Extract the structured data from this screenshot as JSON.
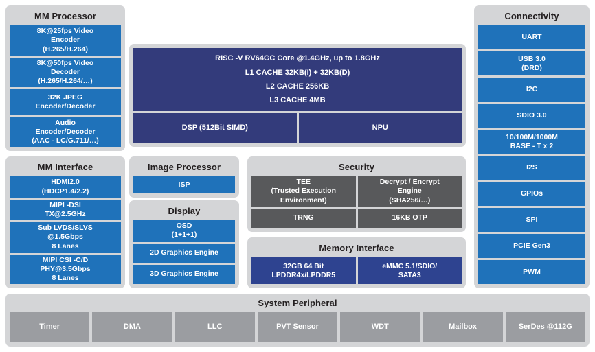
{
  "colors": {
    "panel_bg": "#d4d5d7",
    "block_blue": "#1f72ba",
    "block_navy": "#333b7b",
    "block_navy_alt": "#2e4390",
    "block_gray_dark": "#58595b",
    "block_gray_light": "#9b9da1",
    "title_text": "#231f20",
    "block_text": "#ffffff",
    "page_bg": "#ffffff"
  },
  "mm_processor": {
    "title": "MM Processor",
    "blocks": [
      {
        "lines": [
          "8K@25fps Video",
          "Encoder",
          "(H.265/H.264)"
        ]
      },
      {
        "lines": [
          "8K@50fps Video",
          "Decoder",
          "(H.265/H.264/…)"
        ]
      },
      {
        "lines": [
          "32K JPEG",
          "Encoder/Decoder"
        ]
      },
      {
        "lines": [
          "Audio",
          "Encoder/Decoder",
          "(AAC  - LC/G.711/…)"
        ]
      }
    ]
  },
  "mm_interface": {
    "title": "MM Interface",
    "blocks": [
      {
        "lines": [
          "HDMI2.0",
          "(HDCP1.4/2.2)"
        ]
      },
      {
        "lines": [
          "MIPI  -DSI",
          "TX@2.5GHz"
        ]
      },
      {
        "lines": [
          "Sub  LVDS/SLVS",
          "@1.5Gbps",
          "8 Lanes"
        ]
      },
      {
        "lines": [
          "MIPI   CSI -C/D",
          "PHY@3.5Gbps",
          "8 Lanes"
        ]
      }
    ]
  },
  "core": {
    "main_lines": [
      "RISC -V  RV64GC Core @1.4GHz, up to 1.8GHz",
      "L1 CACHE 32KB(I) + 32KB(D)",
      "L2 CACHE   256KB",
      "L3 CACHE   4MB"
    ],
    "lower_blocks": [
      {
        "lines": [
          "DSP (512Bit SIMD)"
        ]
      },
      {
        "lines": [
          "NPU"
        ]
      }
    ]
  },
  "image_processor": {
    "title": "Image Processor",
    "blocks": [
      {
        "lines": [
          "ISP"
        ]
      }
    ]
  },
  "display": {
    "title": "Display",
    "blocks": [
      {
        "lines": [
          "OSD",
          "(1+1+1)"
        ]
      },
      {
        "lines": [
          "2D  Graphics Engine"
        ]
      },
      {
        "lines": [
          "3D  Graphics Engine"
        ]
      }
    ]
  },
  "security": {
    "title": "Security",
    "row1": [
      {
        "lines": [
          "TEE",
          "(Trusted Execution",
          "Environment)"
        ]
      },
      {
        "lines": [
          "Decrypt / Encrypt",
          "Engine",
          "(SHA256/…)"
        ]
      }
    ],
    "row2": [
      {
        "lines": [
          "TRNG"
        ]
      },
      {
        "lines": [
          "16KB  OTP"
        ]
      }
    ]
  },
  "memory_interface": {
    "title": "Memory Interface",
    "blocks": [
      {
        "lines": [
          "32GB 64 Bit",
          "LPDDR4x/LPDDR5"
        ]
      },
      {
        "lines": [
          "eMMC   5.1/SDIO/",
          "SATA3"
        ]
      }
    ]
  },
  "connectivity": {
    "title": "Connectivity",
    "blocks": [
      {
        "lines": [
          "UART"
        ]
      },
      {
        "lines": [
          "USB  3.0",
          "(DRD)"
        ]
      },
      {
        "lines": [
          "I2C"
        ]
      },
      {
        "lines": [
          "SDIO 3.0"
        ]
      },
      {
        "lines": [
          "10/100M/1000M",
          "BASE - T x 2"
        ]
      },
      {
        "lines": [
          "I2S"
        ]
      },
      {
        "lines": [
          "GPIOs"
        ]
      },
      {
        "lines": [
          "SPI"
        ]
      },
      {
        "lines": [
          "PCIE  Gen3"
        ]
      },
      {
        "lines": [
          "PWM"
        ]
      }
    ]
  },
  "system_peripheral": {
    "title": "System Peripheral",
    "blocks": [
      {
        "lines": [
          "Timer"
        ]
      },
      {
        "lines": [
          "DMA"
        ]
      },
      {
        "lines": [
          "LLC"
        ]
      },
      {
        "lines": [
          "PVT Sensor"
        ]
      },
      {
        "lines": [
          "WDT"
        ]
      },
      {
        "lines": [
          "Mailbox"
        ]
      },
      {
        "lines": [
          "SerDes  @112G"
        ]
      }
    ]
  }
}
